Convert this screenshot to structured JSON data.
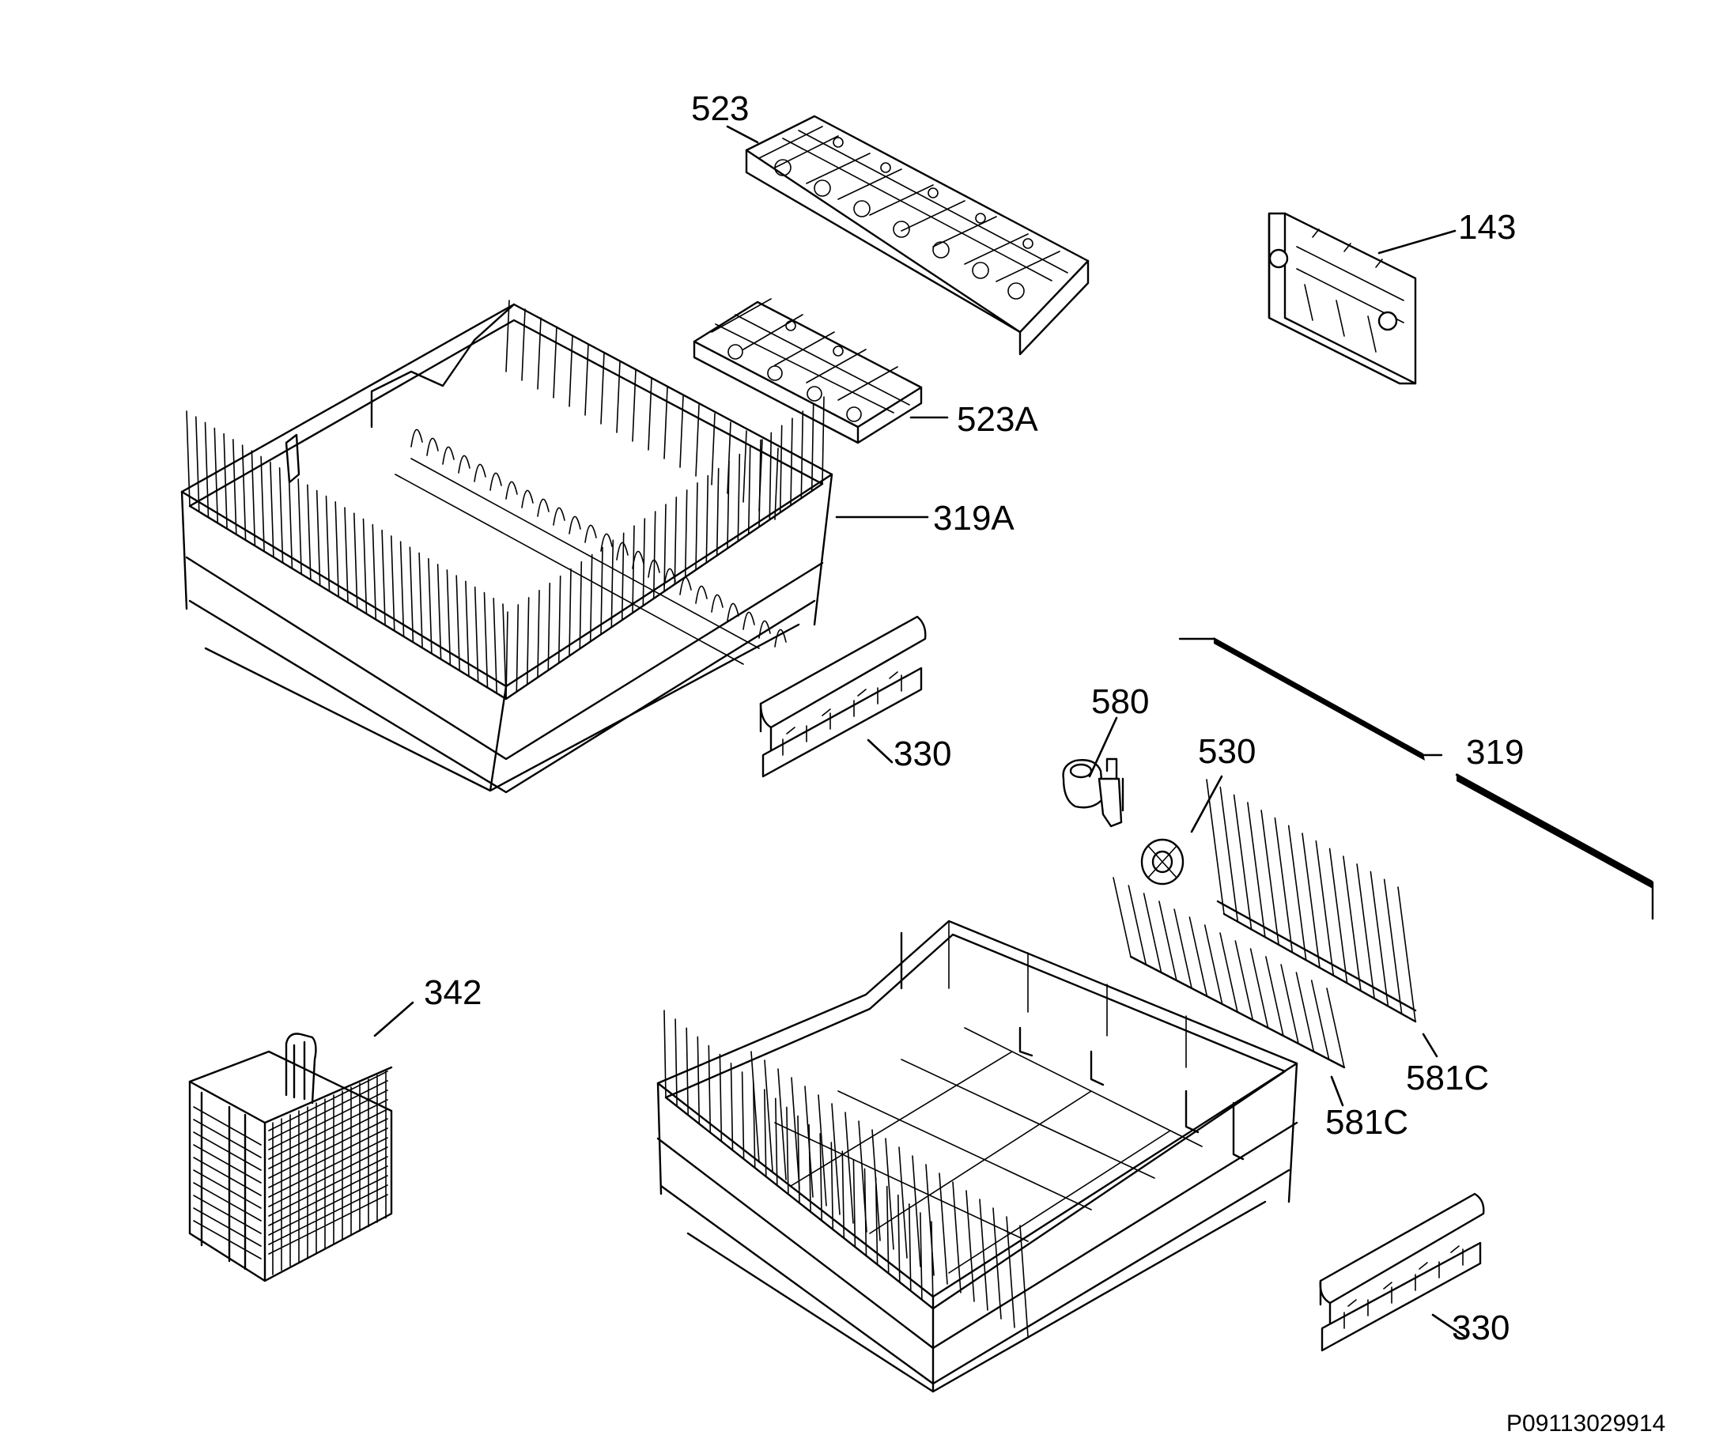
{
  "callouts": [
    {
      "id": "523",
      "text": "523"
    },
    {
      "id": "143",
      "text": "143"
    },
    {
      "id": "523A",
      "text": "523A"
    },
    {
      "id": "319A",
      "text": "319A"
    },
    {
      "id": "330-upper",
      "text": "330"
    },
    {
      "id": "580",
      "text": "580"
    },
    {
      "id": "530",
      "text": "530"
    },
    {
      "id": "319",
      "text": "319"
    },
    {
      "id": "342",
      "text": "342"
    },
    {
      "id": "581C-right",
      "text": "581C"
    },
    {
      "id": "581C-left",
      "text": "581C"
    },
    {
      "id": "330-lower",
      "text": "330"
    }
  ],
  "reference_code": "P09113029914"
}
